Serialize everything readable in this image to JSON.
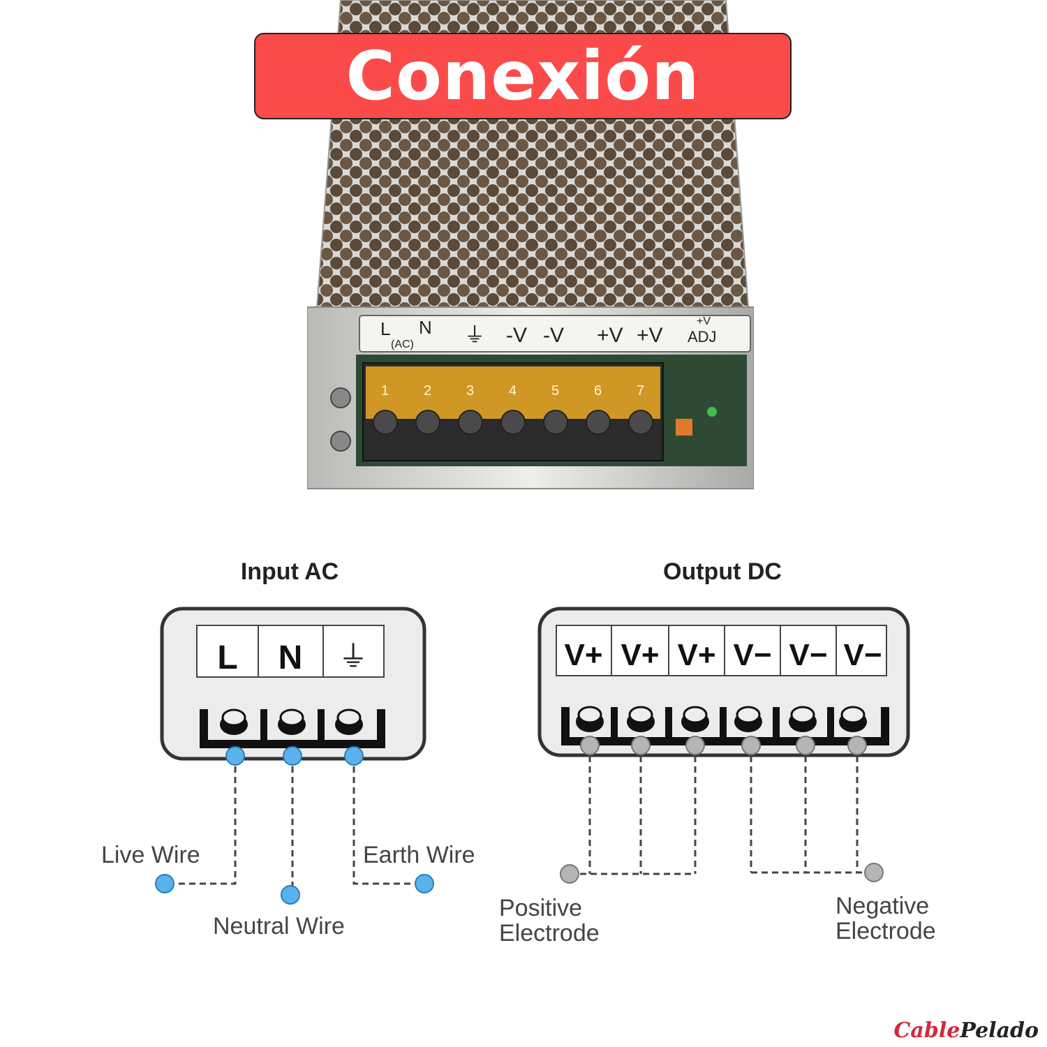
{
  "title": "Conexión",
  "psu_photo": {
    "label_strip": [
      "L",
      "N",
      "(AC)",
      "⏚",
      "-V",
      "-V",
      "+V",
      "+V",
      "+V",
      "ADJ"
    ],
    "terminal_numbers": [
      "1",
      "2",
      "3",
      "4",
      "5",
      "6",
      "7"
    ]
  },
  "input": {
    "heading": "Input AC",
    "terminals": [
      "L",
      "N",
      "⏚"
    ],
    "wires": [
      "Live Wire",
      "Neutral Wire",
      "Earth Wire"
    ]
  },
  "output": {
    "heading": "Output DC",
    "terminals": [
      "V+",
      "V+",
      "V+",
      "V−",
      "V−",
      "V−"
    ],
    "positive_label": [
      "Positive",
      "Electrode"
    ],
    "negative_label": [
      "Negative",
      "Electrode"
    ]
  },
  "logo": [
    "Cable",
    "Pelado"
  ],
  "colors": {
    "banner": "#fb4a4a",
    "input_node": "#59b2ec",
    "output_node": "#b5b5b5"
  }
}
